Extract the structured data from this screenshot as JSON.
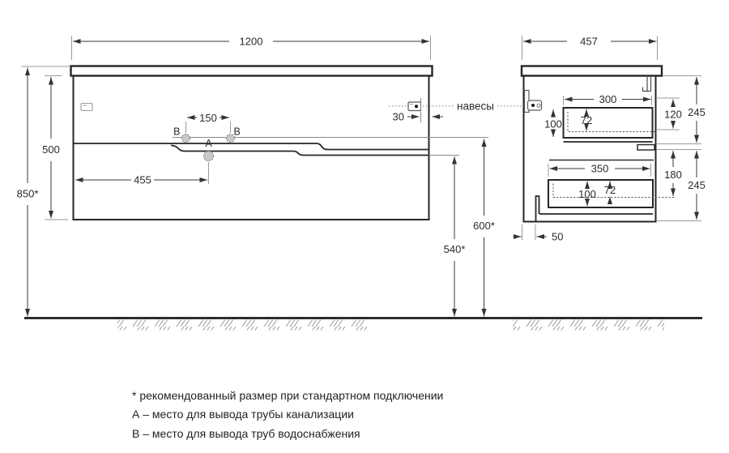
{
  "drawing": {
    "front": {
      "dim_width": "1200",
      "dim_body_height": "500",
      "dim_mount_height": "850*",
      "dim_siphon_offset": "455",
      "dim_outlet_spacing": "150",
      "dim_hanger_inset": "30",
      "dim_floor_to_upper": "600*",
      "dim_floor_to_lower": "540*",
      "label_a": "А",
      "label_b_left": "В",
      "label_b_right": "В"
    },
    "side": {
      "dim_depth": "457",
      "top_drawer": {
        "dim_length": "300",
        "dim_height": "100",
        "dim_inner": "72",
        "dim_offset": "120",
        "dim_section": "245"
      },
      "bottom_drawer": {
        "dim_length": "350",
        "dim_height": "100",
        "dim_inner": "72",
        "dim_offset": "180",
        "dim_section": "245"
      },
      "dim_plinth": "50"
    },
    "callouts": {
      "hangers": "навесы"
    },
    "footnotes": {
      "asterisk": "* рекомендованный размер при стандартном подключении",
      "a": "А – место для вывода трубы канализации",
      "b": "В – место для вывода труб водоснабжения"
    }
  }
}
